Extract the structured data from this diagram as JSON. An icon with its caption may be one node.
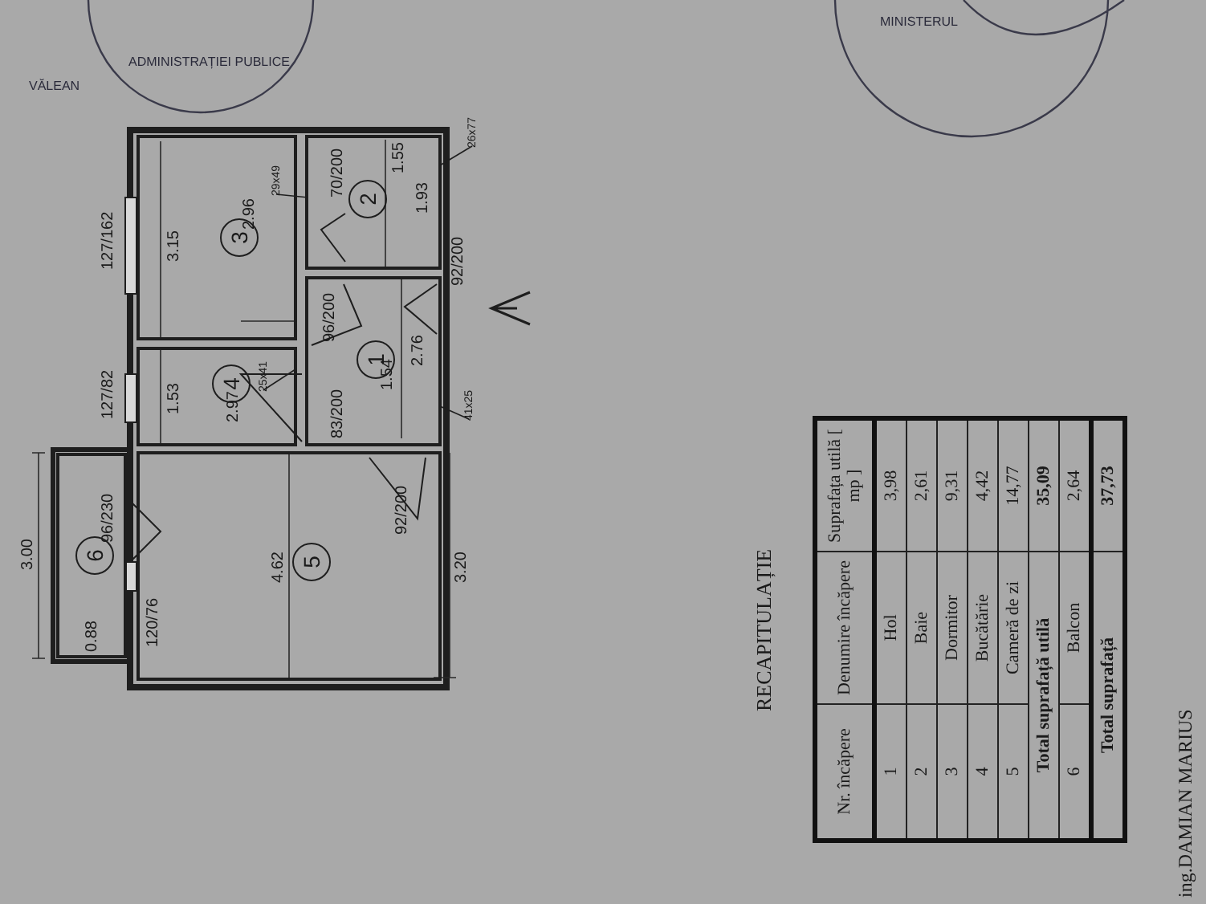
{
  "diagram": {
    "nodes": [
      {
        "text": [
          "6"
        ]
      },
      {
        "text": [
          "5"
        ]
      },
      {
        "text": [
          "4"
        ]
      },
      {
        "text": [
          "3"
        ]
      },
      {
        "text": [
          "1"
        ]
      },
      {
        "text": [
          "2"
        ]
      },
      {
        "text": [
          "29x49"
        ],
        "in": 3
      },
      {
        "text": [
          "25x41"
        ],
        "in": 2
      },
      {
        "text": [
          "26x77"
        ]
      },
      {
        "text": [
          "41x25"
        ]
      }
    ],
    "edges": [
      {
        "from": 6,
        "to": 5,
        "arrow": "none"
      },
      {
        "from": 7,
        "to": 2,
        "arrow": "none"
      },
      {
        "from": 8,
        "to": 5,
        "arrow": "none"
      },
      {
        "from": 9,
        "to": 4,
        "arrow": "none"
      }
    ],
    "labels": [
      "3.00",
      "0.88",
      "4.62",
      "3.20",
      "3.15",
      "2.96",
      "1.53",
      "2.97",
      "1.54",
      "2.76",
      "1.55",
      "1.93",
      "96/230",
      "120/76",
      "127/162",
      "127/82",
      "96/200",
      "70/200",
      "92/200",
      "83/200",
      "92/200",
      "RECAPITULAȚIE",
      "Nr. încăpere",
      "Denumire încăpere",
      "Suprafața utilă [ mp ]",
      "1",
      "Hol",
      "3,98",
      "2",
      "Baie",
      "2,61",
      "3",
      "Dormitor",
      "9,31",
      "4",
      "Bucătărie",
      "4,42",
      "5",
      "Cameră de zi",
      "14,77",
      "Total suprafață utilă",
      "35,09",
      "6",
      "Balcon",
      "2,64",
      "Total suprafață",
      "37,73",
      "VĂLEAN",
      "ADMINISTRAȚIEI PUBLICE",
      "MINISTERUL",
      "ing.DAMIAN MARIUS"
    ]
  }
}
